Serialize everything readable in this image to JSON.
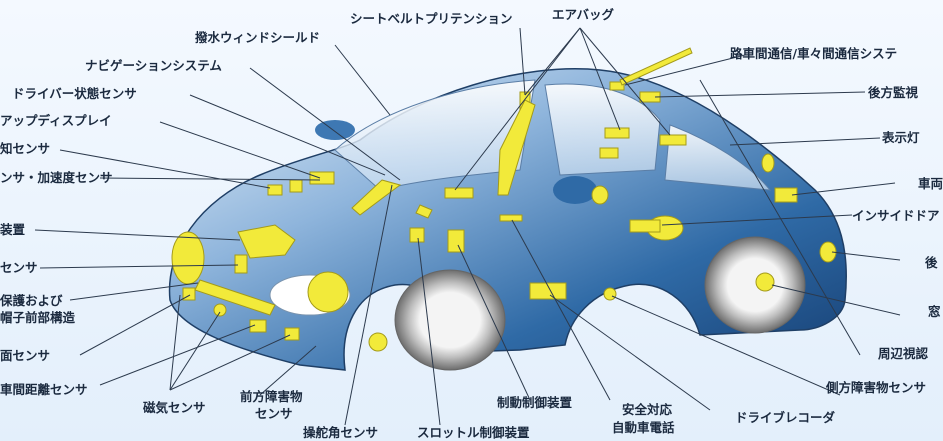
{
  "labels": {
    "seatbelt_pretensioner": "シートベルトプリテンション",
    "airbag": "エアバッグ",
    "water_repellent_windshield": "撥水ウィンドシールド",
    "navigation_system": "ナビゲーションシステム",
    "driver_state_sensor": "ドライバー状態センサ",
    "headup_display": "アップディスプレイ",
    "detection_sensor": "知センサ",
    "accel_sensor": "ンサ・加速度センサ",
    "device": "装置",
    "sensor_left": "センサ",
    "pedestrian_protection_line1": "保護および",
    "pedestrian_protection_line2": "帽子前部構造",
    "road_surface_sensor": "面センサ",
    "distance_sensor": "車間距離センサ",
    "magnetic_sensor": "磁気センサ",
    "front_obstacle_sensor_line1": "前方障害物",
    "front_obstacle_sensor_line2": "センサ",
    "steering_angle_sensor": "操舵角センサ",
    "throttle_control": "スロットル制御装置",
    "brake_control": "制動制御装置",
    "safety_phone_line1": "安全対応",
    "safety_phone_line2": "自動車電話",
    "drive_recorder": "ドライブレコーダ",
    "side_obstacle_sensor": "側方障害物センサ",
    "surround_view": "周辺視認",
    "window_right": "窓",
    "rear_right": "後",
    "inside_door": "インサイドドア",
    "vehicle_right": "車両",
    "indicator_light": "表示灯",
    "rear_monitor": "後方監視",
    "road_vehicle_comm": "路車間通信/車々間通信システ"
  }
}
